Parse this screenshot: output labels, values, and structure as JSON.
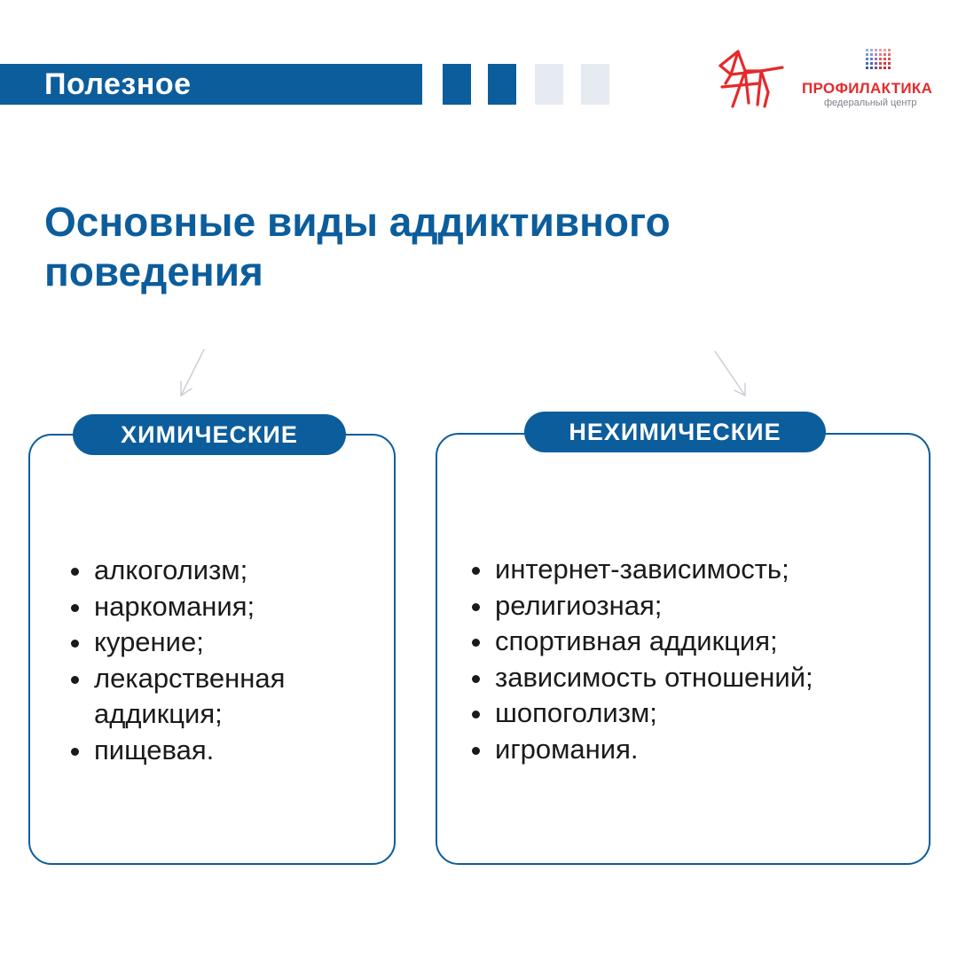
{
  "header": {
    "section_label": "Полезное",
    "colors": {
      "brand_blue": "#0c5d9c",
      "light_square": "#e6ebf1",
      "logo_red": "#e52a2c"
    }
  },
  "logo": {
    "icon": "horse-logo-icon",
    "name": "ПРОФИЛАКТИКА",
    "subtitle": "федеральный центр"
  },
  "title": "Основные виды аддиктивного поведения",
  "categories": [
    {
      "label": "ХИМИЧЕСКИЕ",
      "items": [
        "алкоголизм;",
        "наркомания;",
        "курение;",
        "лекарственная аддикция;",
        "пищевая."
      ]
    },
    {
      "label": "НЕХИМИЧЕСКИЕ",
      "items": [
        "интернет-зависимость;",
        "религиозная;",
        "спортивная аддикция;",
        "зависимость отношений;",
        "шопоголизм;",
        "игромания."
      ]
    }
  ]
}
